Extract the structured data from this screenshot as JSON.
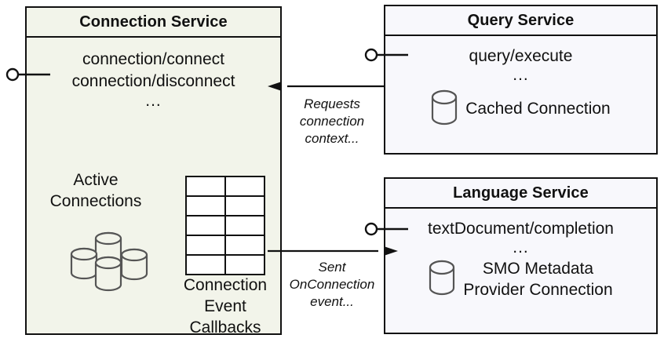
{
  "diagram": {
    "title": "Connection Service interaction diagram",
    "colors": {
      "connection_service_fill": "#F2F4EA",
      "query_service_fill": "#F8F8FC",
      "language_service_fill": "#F8F8FC",
      "stroke": "#111111",
      "icon_stroke": "#555555",
      "background": "#FFFFFF"
    }
  },
  "connection_service": {
    "title": "Connection Service",
    "endpoints": [
      "connection/connect",
      "connection/disconnect"
    ],
    "ellipsis": "...",
    "active_connections_label": "Active\nConnections",
    "active_connections_label_line1": "Active",
    "active_connections_label_line2": "Connections",
    "callbacks_label_line1": "Connection",
    "callbacks_label_line2": "Event",
    "callbacks_label_line3": "Callbacks",
    "grid_icon": {
      "rows": 5,
      "columns": 2
    },
    "cylinder_count": 4,
    "interface_port": "lollipop-provided-interface"
  },
  "query_service": {
    "title": "Query Service",
    "endpoint": "query/execute",
    "ellipsis": "...",
    "store_label": "Cached Connection",
    "interface_port": "lollipop-provided-interface"
  },
  "language_service": {
    "title": "Language Service",
    "endpoint": "textDocument/completion",
    "ellipsis": "...",
    "store_label_line1": "SMO Metadata",
    "store_label_line2": "Provider Connection",
    "interface_port": "lollipop-provided-interface"
  },
  "edges": [
    {
      "id": "requests-connection-context",
      "from": "query_service",
      "to": "connection_service",
      "direction": "right-to-left",
      "label_line1": "Requests",
      "label_line2": "connection",
      "label_line3": "context..."
    },
    {
      "id": "sent-onconnection-event",
      "from": "connection_service",
      "to": "language_service",
      "direction": "left-to-right",
      "label_line1": "Sent",
      "label_line2": "OnConnection",
      "label_line3": "event..."
    }
  ]
}
